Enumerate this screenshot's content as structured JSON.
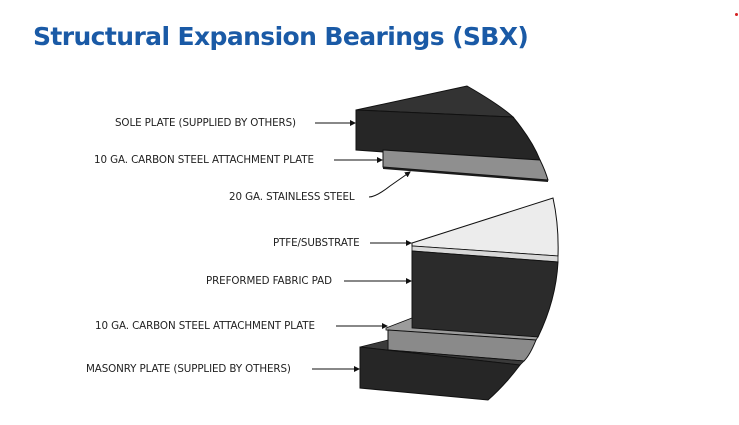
{
  "slide": {
    "title": "Structural Expansion Bearings (SBX)",
    "accent_color": "#1a5aa6",
    "marker_color": "#d42020"
  },
  "diagram": {
    "type": "exploded-cross-section",
    "upper_assembly": {
      "labels": [
        {
          "id": "sole-plate",
          "text": "SOLE PLATE (SUPPLIED BY OTHERS)"
        },
        {
          "id": "carbon-steel-plate-top",
          "text": "10 GA. CARBON STEEL ATTACHMENT PLATE"
        },
        {
          "id": "stainless-steel",
          "text": "20 GA. STAINLESS STEEL"
        }
      ]
    },
    "lower_assembly": {
      "labels": [
        {
          "id": "ptfe-substrate",
          "text": "PTFE/SUBSTRATE"
        },
        {
          "id": "fabric-pad",
          "text": "PREFORMED FABRIC PAD"
        },
        {
          "id": "carbon-steel-plate-bottom",
          "text": "10 GA. CARBON STEEL ATTACHMENT PLATE"
        },
        {
          "id": "masonry-plate",
          "text": "MASONRY PLATE (SUPPLIED BY OTHERS)"
        }
      ]
    },
    "colors": {
      "dark_plate": "#2a2a2a",
      "steel_plate": "#8c8c8c",
      "ptfe": "#ececec",
      "outline": "#111111"
    }
  }
}
